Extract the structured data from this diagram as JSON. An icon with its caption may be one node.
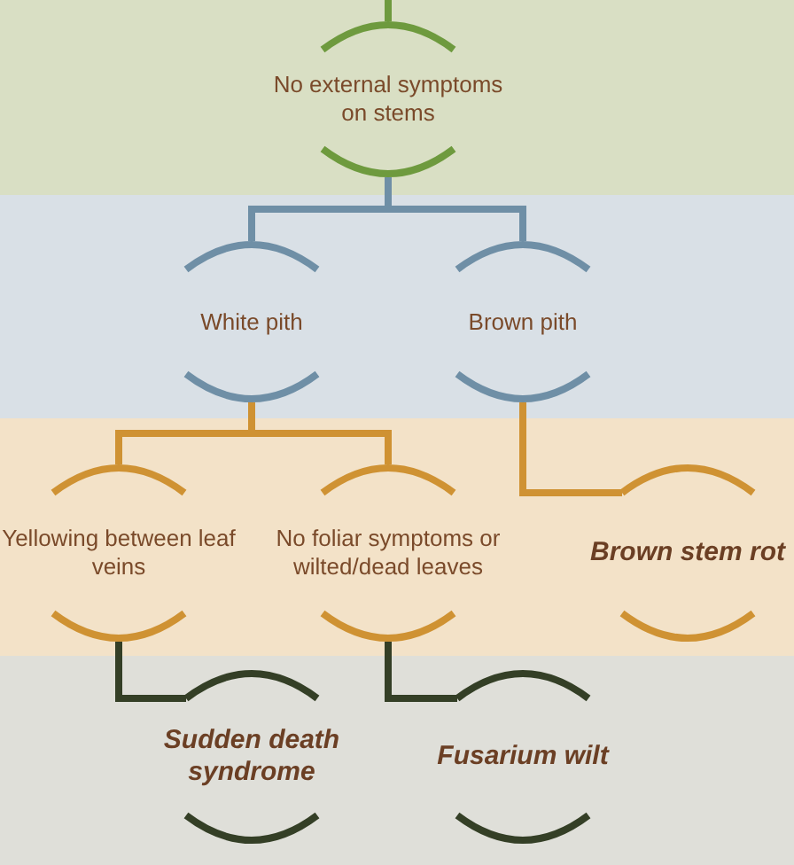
{
  "diagram": {
    "nodes": [
      {
        "text": [
          "No external symptoms on stems"
        ]
      },
      {
        "text": [
          "White pith"
        ]
      },
      {
        "text": [
          "Brown pith"
        ]
      },
      {
        "text": [
          "Yellowing between leaf veins"
        ]
      },
      {
        "text": [
          "No foliar symptoms or wilted/dead leaves"
        ]
      },
      {
        "text": [
          "Brown stem rot"
        ]
      },
      {
        "text": [
          "Sudden death syndrome"
        ]
      },
      {
        "text": [
          "Fusarium wilt"
        ]
      }
    ],
    "edges": [
      {
        "from": null,
        "to": 0,
        "arrow": "none",
        "color": "#6e9a3e"
      },
      {
        "from": 0,
        "to": 1,
        "arrow": "none",
        "color": "#6f8fa6"
      },
      {
        "from": 0,
        "to": 2,
        "arrow": "none",
        "color": "#6f8fa6"
      },
      {
        "from": 1,
        "to": 3,
        "arrow": "none",
        "color": "#cf9233"
      },
      {
        "from": 1,
        "to": 4,
        "arrow": "none",
        "color": "#cf9233"
      },
      {
        "from": 2,
        "to": 5,
        "arrow": "none",
        "color": "#cf9233"
      },
      {
        "from": 3,
        "to": 6,
        "arrow": "none",
        "color": "#343f26"
      },
      {
        "from": 4,
        "to": 7,
        "arrow": "none",
        "color": "#343f26"
      }
    ]
  }
}
